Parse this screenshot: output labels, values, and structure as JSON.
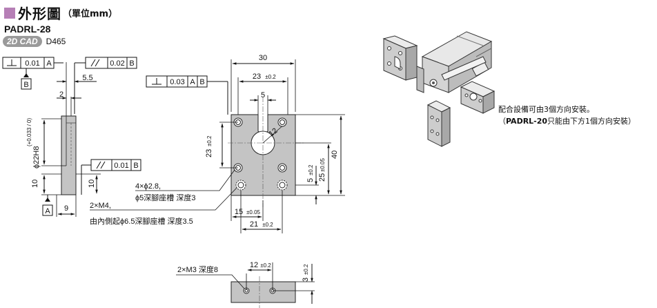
{
  "header": {
    "title": "外形圖",
    "unit": "（單位mm）"
  },
  "part": {
    "code": "PADRL-28",
    "cad_badge": "2D CAD",
    "cad_code": "D465"
  },
  "side_view": {
    "perp_tol": "0.01",
    "perp_ref": "A",
    "datum_b": "B",
    "par_tol_top": "0.02",
    "par_ref_top": "B",
    "dim_5_5": "5.5",
    "dim_2": "2",
    "dim_phi22": "ϕ22H8",
    "dim_phi22_tol": "(+0.033 / 0)",
    "par_tol_mid": "0.01",
    "par_ref_mid": "B",
    "dim_10_left": "10",
    "dim_10_right": "10",
    "datum_a": "A",
    "dim_9": "9"
  },
  "front_view": {
    "perp_tol": "0.03",
    "perp_ref_a": "A",
    "perp_ref_b": "B",
    "dim_30": "30",
    "dim_23h": "23",
    "dim_23h_tol": "±0.2",
    "dim_5": "5",
    "dim_r12": "12",
    "dim_23v": "23",
    "dim_23v_tol": "±0.2",
    "dim_40": "40",
    "dim_5v": "5",
    "dim_5v_tol": "±0.2",
    "dim_25v": "25",
    "dim_25v_tol": "±0.05",
    "dim_15": "15",
    "dim_15_tol": "±0.05",
    "dim_21": "21",
    "dim_21_tol": "±0.2",
    "note_holes_1": "4×ϕ2.8,",
    "note_holes_2": "ϕ5深腳座槽 深度3",
    "note_m4_1": "2×M4,",
    "note_m4_2": "由內側起ϕ6.5深腳座槽 深度3.5"
  },
  "bottom_view": {
    "note_m3": "2×M3 深度8",
    "dim_12": "12",
    "dim_12_tol": "±0.2",
    "dim_3": "3",
    "dim_3_tol": "±0.2"
  },
  "install_note": {
    "line1": "配合設備可由3個方向安裝。",
    "line2_pre": "（",
    "line2_bold": "PADRL-20",
    "line2_post": "只能由下方1個方向安裝）"
  }
}
